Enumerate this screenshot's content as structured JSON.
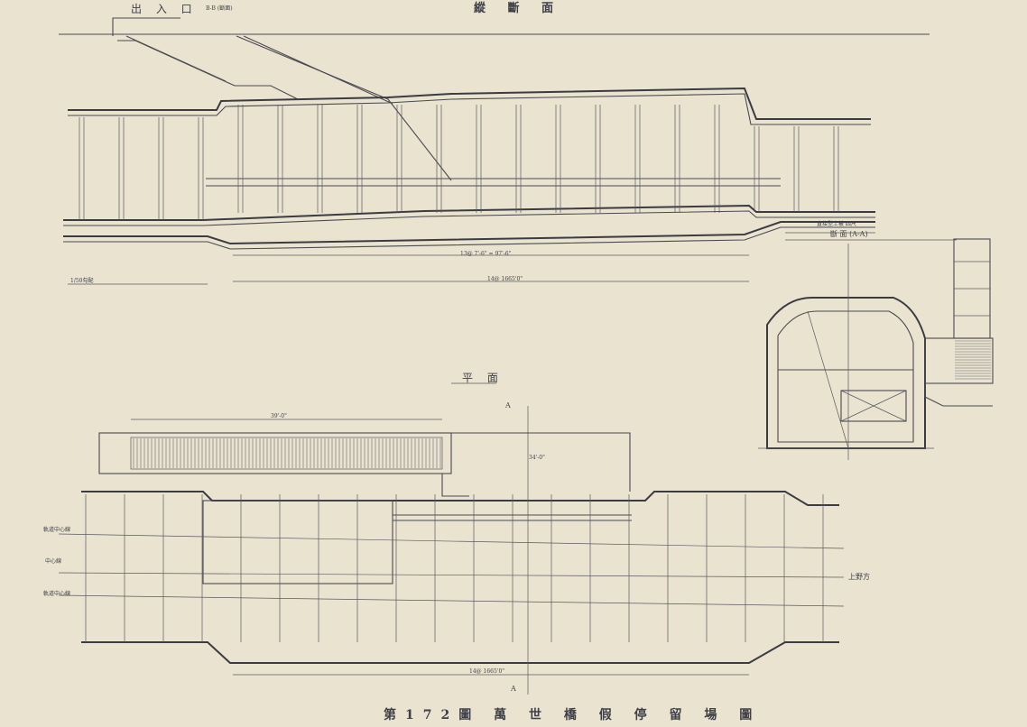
{
  "drawing": {
    "caption": "第172圖 萬 世 橋 假 停 留 場 圖",
    "section_long_title": "縱 斷 面",
    "entrance_label": "出 入 口",
    "entrance_section": "B-B (斷面)",
    "plan_title": "平 面",
    "cross_section_title": "斷 面 (A-A)",
    "cross_section_note": "直接型土被 四尺",
    "destination": "上野方",
    "mark_a_top": "A",
    "mark_a_bottom": "A",
    "dimensions": {
      "span_total": "13@ 7'-6\" = 97'-6\"",
      "span_bottom": "14@ 1665'0\"",
      "gradient_left": "1/50勾配",
      "stair_length": "39'-0\"",
      "plan_bottom": "14@ 1665'0\"",
      "plan_width": "34'-0\""
    },
    "track_labels": [
      "軌道中心線",
      "中心線",
      "軌道中心線"
    ]
  }
}
